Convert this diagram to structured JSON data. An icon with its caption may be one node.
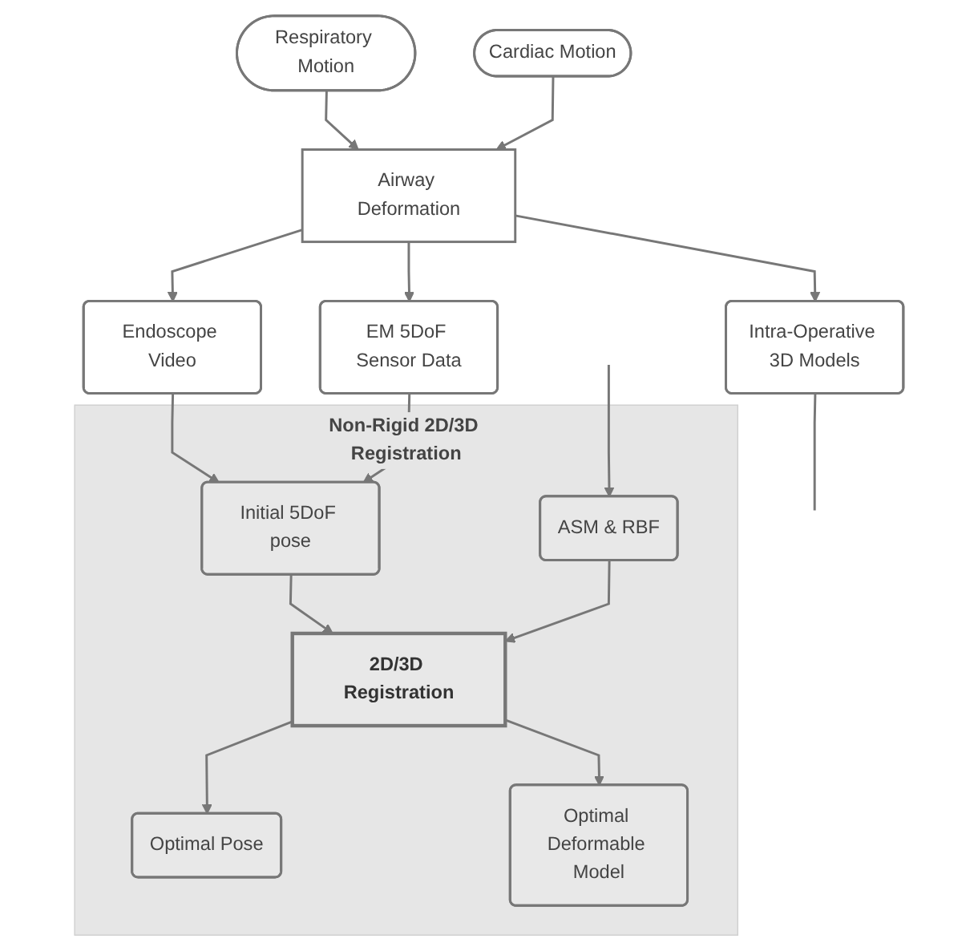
{
  "diagram": {
    "nodes": [
      {
        "text": [
          "Respiratory Motion"
        ]
      },
      {
        "text": [
          "Cardiac Motion"
        ]
      },
      {
        "text": [
          "Airway Deformation"
        ]
      },
      {
        "text": [
          "Intra-Operative 3D Models"
        ]
      },
      {
        "text": [
          "Endoscope Video"
        ]
      },
      {
        "text": [
          "EM 5DoF Sensor Data"
        ]
      },
      {
        "text": [
          "Non-Rigid 2D/3D Registration"
        ]
      },
      {
        "text": [
          "Optimal Pose"
        ],
        "in": 6
      },
      {
        "text": [
          "2D/3D Registration"
        ],
        "in": 6
      },
      {
        "text": [
          "Initial 5DoF pose"
        ],
        "in": 6
      },
      {
        "text": [
          "Optimal Deformable Model"
        ],
        "in": 6
      },
      {
        "text": [
          "ASM & RBF"
        ],
        "in": 6
      }
    ],
    "edges": [
      {
        "from": 0,
        "to": 2,
        "arrow": "to"
      },
      {
        "from": 1,
        "to": 2,
        "arrow": "to"
      },
      {
        "from": 2,
        "to": 3,
        "arrow": "to"
      },
      {
        "from": 2,
        "to": 4,
        "arrow": "to"
      },
      {
        "from": 2,
        "to": 5,
        "arrow": "to"
      },
      {
        "from": 3,
        "to": null,
        "arrow": "none"
      },
      {
        "from": 4,
        "to": 9,
        "arrow": "to"
      },
      {
        "from": 5,
        "to": 9,
        "arrow": "to"
      },
      {
        "from": null,
        "to": 11,
        "arrow": "to"
      },
      {
        "from": 9,
        "to": 8,
        "arrow": "to"
      },
      {
        "from": 11,
        "to": 8,
        "arrow": "to"
      },
      {
        "from": 8,
        "to": 7,
        "arrow": "to"
      },
      {
        "from": 8,
        "to": 10,
        "arrow": "to"
      }
    ]
  }
}
